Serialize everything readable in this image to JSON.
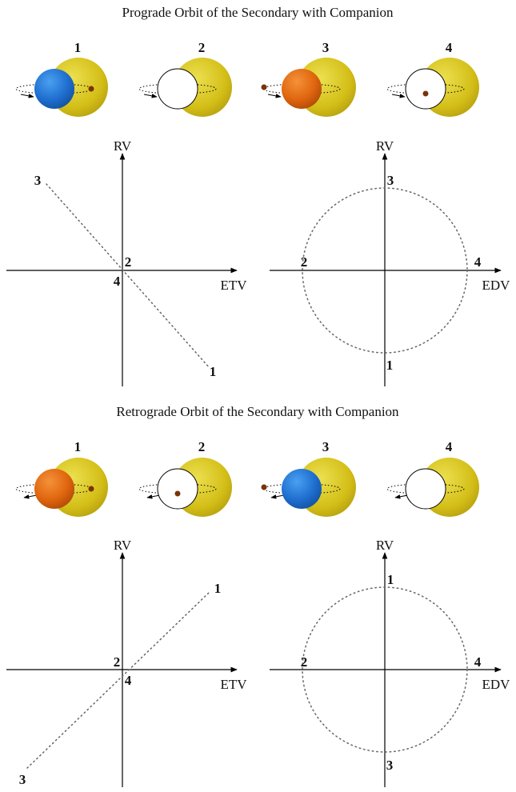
{
  "colors": {
    "primary_star": "#d6c21a",
    "blue_secondary": "#1f6fd0",
    "orange_secondary": "#e0660e",
    "white_secondary": "#ffffff",
    "companion": "#7a3308"
  },
  "prograde": {
    "title": "Prograde Orbit of the Secondary with Companion",
    "phases": [
      {
        "label": "1",
        "secondary": "blue",
        "companion_side": "right",
        "companion_behind": false
      },
      {
        "label": "2",
        "secondary": "white",
        "companion_side": "none",
        "companion_behind": true
      },
      {
        "label": "3",
        "secondary": "orange",
        "companion_side": "left",
        "companion_behind": false
      },
      {
        "label": "4",
        "secondary": "white",
        "companion_side": "center",
        "companion_behind": false
      }
    ],
    "etv_plot": {
      "x_label": "ETV",
      "y_label": "RV",
      "points": [
        "1",
        "2",
        "3",
        "4"
      ]
    },
    "edv_plot": {
      "x_label": "EDV",
      "y_label": "RV",
      "points": [
        "1",
        "2",
        "3",
        "4"
      ]
    }
  },
  "retrograde": {
    "title": "Retrograde Orbit of the Secondary with Companion",
    "phases": [
      {
        "label": "1",
        "secondary": "orange",
        "companion_side": "right",
        "companion_behind": false
      },
      {
        "label": "2",
        "secondary": "white",
        "companion_side": "center",
        "companion_behind": false
      },
      {
        "label": "3",
        "secondary": "blue",
        "companion_side": "left",
        "companion_behind": false
      },
      {
        "label": "4",
        "secondary": "white",
        "companion_side": "none",
        "companion_behind": true
      }
    ],
    "etv_plot": {
      "x_label": "ETV",
      "y_label": "RV",
      "points": [
        "1",
        "2",
        "3",
        "4"
      ]
    },
    "edv_plot": {
      "x_label": "EDV",
      "y_label": "RV",
      "points": [
        "1",
        "2",
        "3",
        "4"
      ]
    }
  }
}
